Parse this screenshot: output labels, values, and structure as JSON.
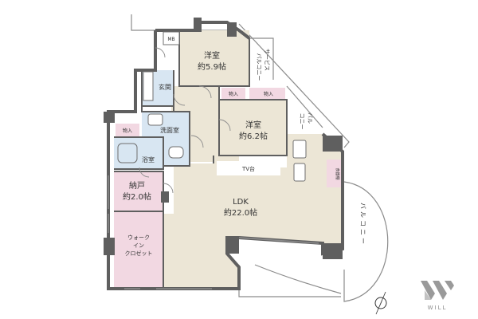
{
  "rooms": {
    "bedroom1": {
      "name": "洋室",
      "size": "約5.9帖"
    },
    "bedroom2": {
      "name": "洋室",
      "size": "約6.2帖"
    },
    "ldk": {
      "name": "LDK",
      "size": "約22.0帖"
    },
    "storage": {
      "name": "納戸",
      "size": "約2.0帖"
    },
    "walkin": {
      "lines": [
        "ウォーク",
        "イン",
        "クロゼット"
      ]
    },
    "entrance": "玄関",
    "washroom": "洗面室",
    "bath": "浴室"
  },
  "labels": {
    "mb": "MB",
    "closet": "物入",
    "tv_stand": "TV台",
    "dining_storage": "食器棚",
    "service_balcony": [
      "サービス",
      "バルコニー"
    ],
    "balcony_small": [
      "バル",
      "コニー"
    ],
    "balcony_main": [
      "バ",
      "ル",
      "コ",
      "ニ",
      "ー"
    ]
  },
  "brand": {
    "name": "WILL"
  },
  "colors": {
    "wall": "#5f5f5f",
    "beige": "#ece6d6",
    "blue": "#d8e6f2",
    "pink": "#f2d8e2",
    "line": "#8c8c8c"
  }
}
